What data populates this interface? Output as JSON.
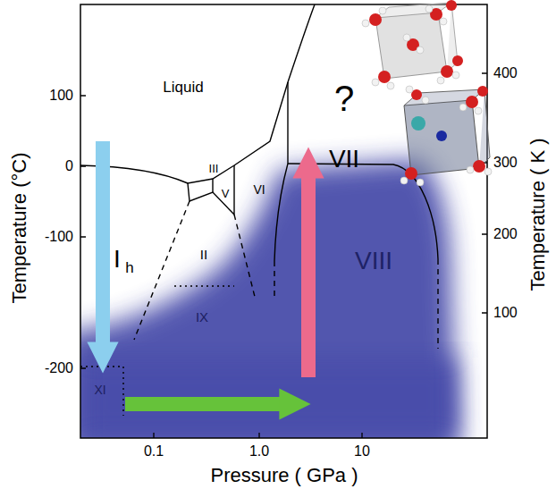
{
  "diagram": {
    "labels": [
      "100",
      "0",
      "-100",
      "-200",
      "Temperature (°C)",
      "400",
      "300",
      "200",
      "100",
      "Temperature ( K )",
      "0.1",
      "1.0",
      "10",
      "Pressure ( GPa )",
      "Liquid",
      "III",
      "V",
      "VI",
      "II",
      "IX",
      "XI",
      "I",
      "h",
      "VII",
      "VIII",
      "?"
    ]
  }
}
